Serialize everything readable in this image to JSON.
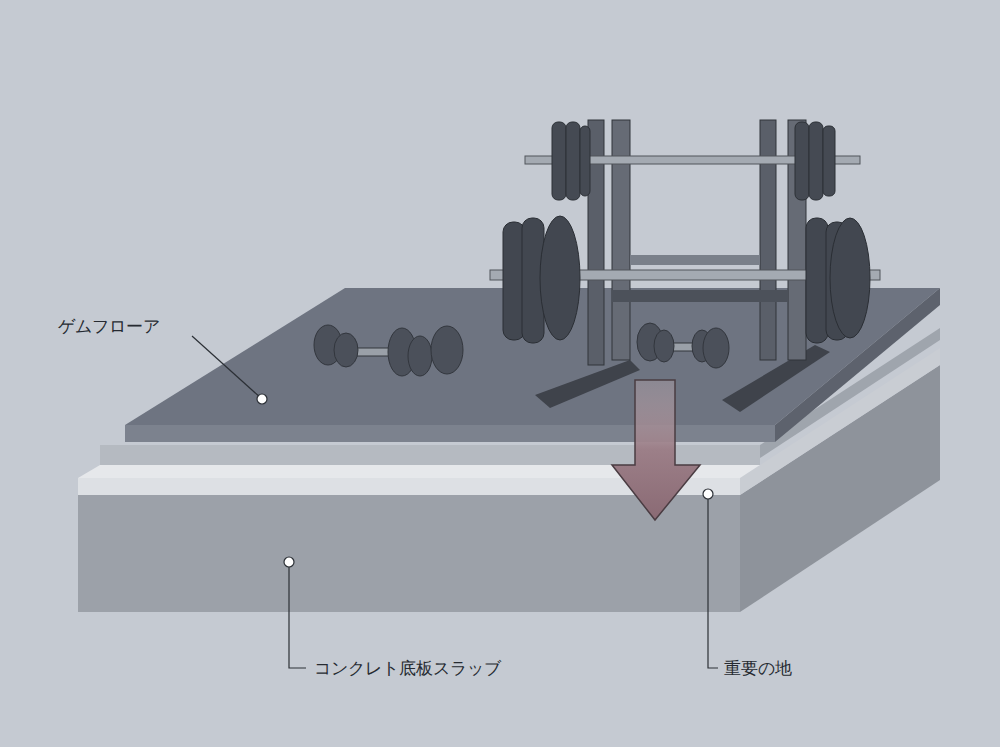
{
  "diagram": {
    "labels": [
      "ゲムフローア",
      "コンクレト底板スラッブ",
      "重要の地"
    ]
  }
}
